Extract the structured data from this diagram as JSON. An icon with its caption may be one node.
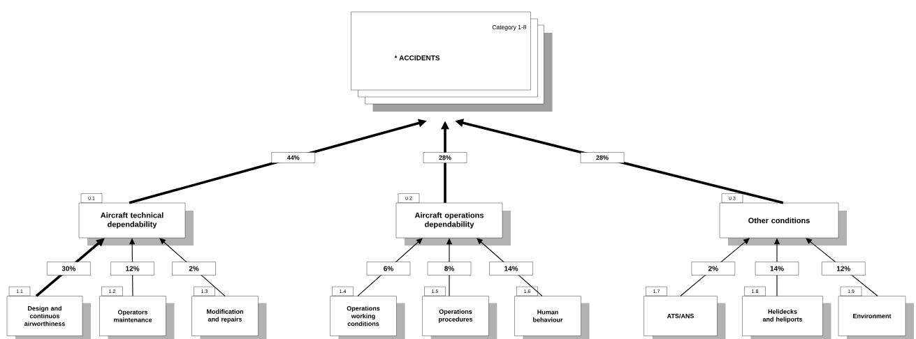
{
  "diagram": {
    "nodes": [
      {
        "text": [
          "Category 1-8",
          "* ACCIDENTS"
        ]
      },
      {
        "text": [
          "Aircraft technical dependability"
        ],
        "beside": [
          "0.1"
        ]
      },
      {
        "text": [
          "Aircraft operations dependability"
        ],
        "beside": [
          "0.2"
        ]
      },
      {
        "text": [
          "Other conditions"
        ],
        "beside": [
          "0.3"
        ]
      },
      {
        "text": [
          "Design and continuos airworthiness"
        ],
        "beside": [
          "1.1"
        ]
      },
      {
        "text": [
          "Operators maintenance"
        ],
        "beside": [
          "1.2"
        ]
      },
      {
        "text": [
          "Modification and repairs"
        ],
        "beside": [
          "1.3"
        ]
      },
      {
        "text": [
          "Operations working conditions"
        ],
        "beside": [
          "1.4"
        ]
      },
      {
        "text": [
          "Operations procedures"
        ],
        "beside": [
          "1.5"
        ]
      },
      {
        "text": [
          "Human behaviour"
        ],
        "beside": [
          "1.6"
        ]
      },
      {
        "text": [
          "ATS/ANS"
        ],
        "beside": [
          "1.7"
        ]
      },
      {
        "text": [
          "Helidecks and heliports"
        ],
        "beside": [
          "1.8"
        ]
      },
      {
        "text": [
          "Environment"
        ],
        "beside": [
          "1.9"
        ]
      }
    ],
    "edges": [
      {
        "from": 4,
        "to": 1,
        "arrow": "to",
        "label": "30%",
        "style": "thick"
      },
      {
        "from": 5,
        "to": 1,
        "arrow": "to",
        "label": "12%"
      },
      {
        "from": 6,
        "to": 1,
        "arrow": "to",
        "label": "2%"
      },
      {
        "from": 7,
        "to": 2,
        "arrow": "to",
        "label": "6%"
      },
      {
        "from": 8,
        "to": 2,
        "arrow": "to",
        "label": "8%"
      },
      {
        "from": 9,
        "to": 2,
        "arrow": "to",
        "label": "14%"
      },
      {
        "from": 10,
        "to": 3,
        "arrow": "to",
        "label": "2%"
      },
      {
        "from": 11,
        "to": 3,
        "arrow": "to",
        "label": "14%"
      },
      {
        "from": 12,
        "to": 3,
        "arrow": "to",
        "label": "12%"
      },
      {
        "from": 1,
        "to": 0,
        "arrow": "to",
        "label": "44%",
        "style": "thick"
      },
      {
        "from": 2,
        "to": 0,
        "arrow": "to",
        "label": "28%",
        "style": "thick"
      },
      {
        "from": 3,
        "to": 0,
        "arrow": "to",
        "label": "28%",
        "style": "thick"
      }
    ]
  }
}
